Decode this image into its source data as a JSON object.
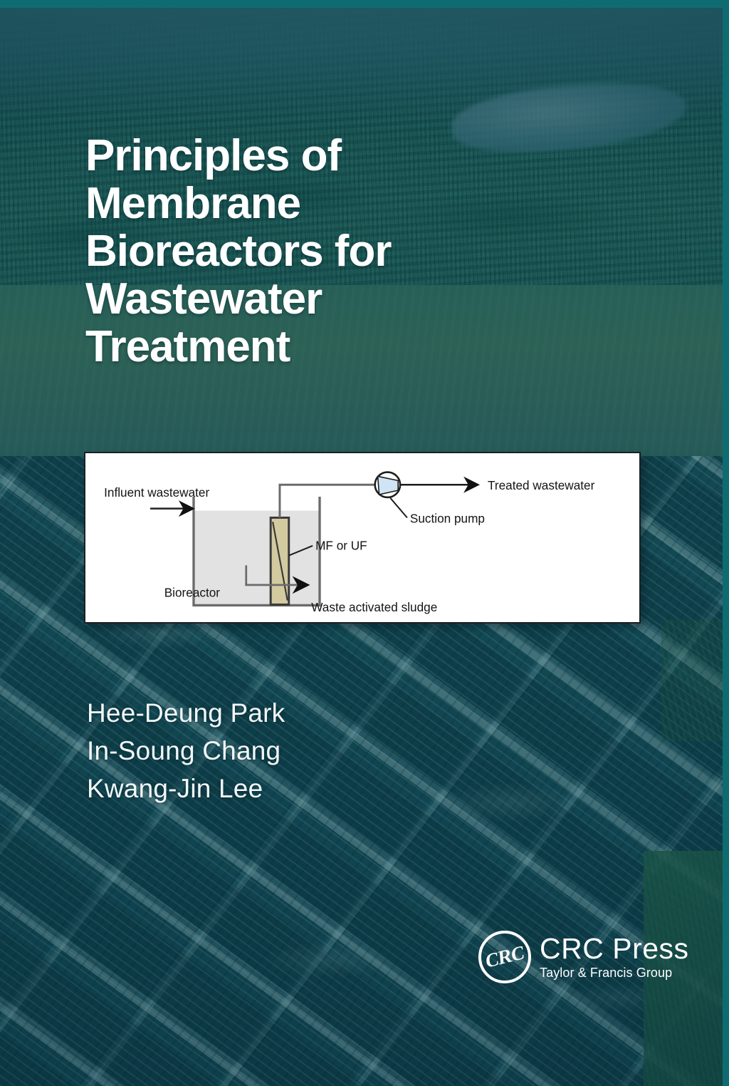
{
  "cover": {
    "title_lines": [
      "Principles of",
      "Membrane",
      "Bioreactors for",
      "Wastewater",
      "Treatment"
    ],
    "authors": [
      "Hee-Deung Park",
      "In-Soung Chang",
      "Kwang-Jin Lee"
    ],
    "publisher": {
      "mark_text": "CRC",
      "name": "CRC Press",
      "imprint": "Taylor & Francis Group"
    },
    "colors": {
      "teal_frame": "#0f6b72",
      "title_text": "#ffffff",
      "figure_background": "#ffffff",
      "figure_border": "#1b1f24",
      "bioreactor_fill": "#e2e2e2",
      "membrane_fill": "#d3caa0",
      "pump_fill": "#cfe4f5"
    },
    "background_description": "Aerial photograph of a wastewater treatment plant with forest, circular clarifiers and rectangular aeration basins, tinted teal"
  },
  "figure": {
    "caption_labels": {
      "influent": "Influent wastewater",
      "bioreactor": "Bioreactor",
      "membrane": "MF or UF",
      "pump": "Suction pump",
      "treated": "Treated wastewater",
      "sludge": "Waste activated sludge"
    }
  }
}
